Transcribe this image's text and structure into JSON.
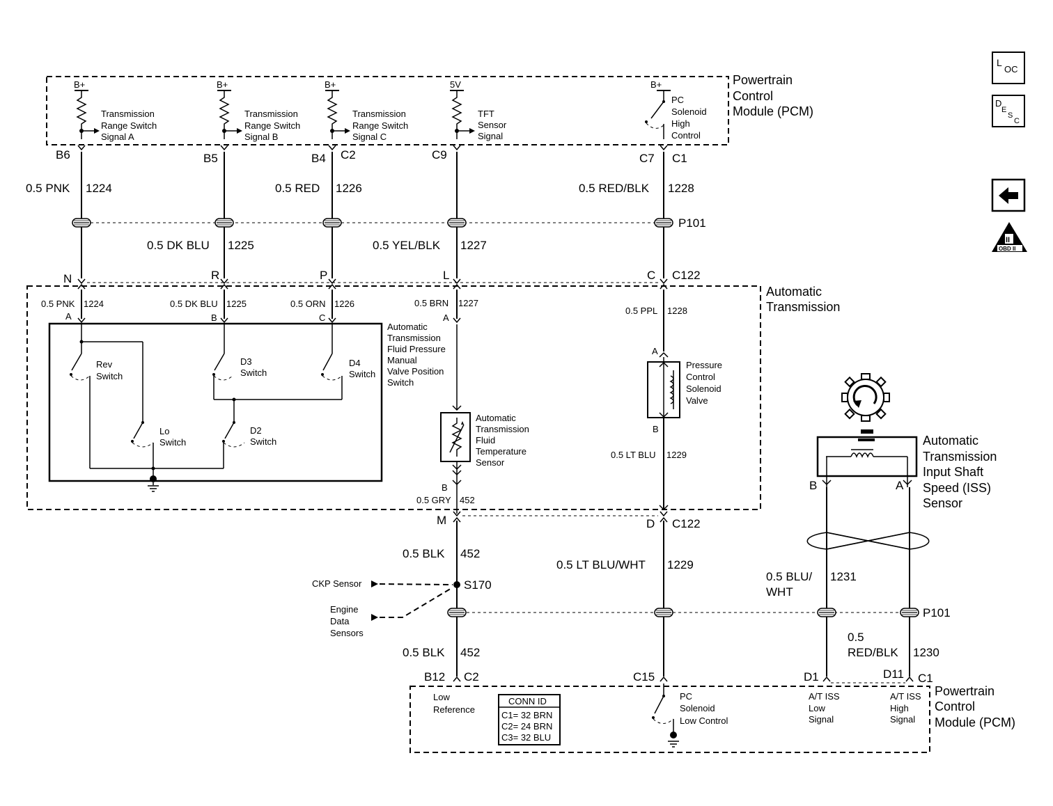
{
  "pcm_top": {
    "title": [
      "Powertrain",
      "Control",
      "Module (PCM)"
    ],
    "circuits": [
      {
        "supply": "B+",
        "signal": [
          "Transmission",
          "Range Switch",
          "Signal A"
        ],
        "pin": "B6",
        "connector": ""
      },
      {
        "supply": "B+",
        "signal": [
          "Transmission",
          "Range Switch",
          "Signal B"
        ],
        "pin": "B5",
        "connector": ""
      },
      {
        "supply": "B+",
        "signal": [
          "Transmission",
          "Range Switch",
          "Signal C"
        ],
        "pin": "B4",
        "connector": "C2"
      },
      {
        "supply": "5V",
        "signal": [
          "TFT",
          "Sensor",
          "Signal"
        ],
        "pin": "C9",
        "connector": ""
      },
      {
        "supply": "B+",
        "signal": [
          "PC",
          "Solenoid",
          "High",
          "Control"
        ],
        "pin": "C7",
        "connector": "C1"
      }
    ]
  },
  "wires_upper": [
    {
      "size_color": "0.5 PNK",
      "circuit": "1224"
    },
    {
      "size_color": "0.5 DK BLU",
      "circuit": "1225"
    },
    {
      "size_color": "0.5 RED",
      "circuit": "1226"
    },
    {
      "size_color": "0.5 YEL/BLK",
      "circuit": "1227"
    },
    {
      "size_color": "0.5 RED/BLK",
      "circuit": "1228"
    }
  ],
  "inline_connector": "P101",
  "trans_connector": {
    "pins": [
      "N",
      "R",
      "P",
      "L",
      "C"
    ],
    "name": "C122"
  },
  "automatic_transmission": {
    "title": [
      "Automatic",
      "Transmission"
    ],
    "wires": [
      {
        "size_color": "0.5 PNK",
        "circuit": "1224",
        "pin": "A"
      },
      {
        "size_color": "0.5 DK BLU",
        "circuit": "1225",
        "pin": "B"
      },
      {
        "size_color": "0.5 ORN",
        "circuit": "1226",
        "pin": "C"
      },
      {
        "size_color": "0.5 BRN",
        "circuit": "1227",
        "pin": "A"
      },
      {
        "size_color": "0.5 PPL",
        "circuit": "1228",
        "pin": "A"
      }
    ],
    "switch_assembly": [
      "Automatic",
      "Transmission",
      "Fluid Pressure",
      "Manual",
      "Valve Position",
      "Switch"
    ],
    "switches": {
      "rev": [
        "Rev",
        "Switch"
      ],
      "d3": [
        "D3",
        "Switch"
      ],
      "d4": [
        "D4",
        "Switch"
      ],
      "lo": [
        "Lo",
        "Switch"
      ],
      "d2": [
        "D2",
        "Switch"
      ]
    },
    "tft_sensor": [
      "Automatic",
      "Transmission",
      "Fluid",
      "Temperature",
      "Sensor"
    ],
    "tft_pin_b": "B",
    "tft_wire_b": {
      "size_color": "0.5 GRY",
      "circuit": "452"
    },
    "pc_solenoid": [
      "Pressure",
      "Control",
      "Solenoid",
      "Valve"
    ],
    "pc_pin_b": "B",
    "pc_wire_b": {
      "size_color": "0.5 LT BLU",
      "circuit": "1229"
    }
  },
  "lower_connector": {
    "pins": [
      "M",
      "D"
    ],
    "name": "C122"
  },
  "wires_lower": {
    "blk_upper": {
      "size_color": "0.5 BLK",
      "circuit": "452"
    },
    "ltbluwht": {
      "size_color": "0.5 LT BLU/WHT",
      "circuit": "1229"
    },
    "bluwht": {
      "size_color": [
        "0.5 BLU/",
        "WHT"
      ],
      "circuit": "1231"
    },
    "redblk": {
      "size_color": [
        "0.5",
        "RED/BLK"
      ],
      "circuit": "1230"
    },
    "blk_lower": {
      "size_color": "0.5 BLK",
      "circuit": "452"
    }
  },
  "splice": "S170",
  "ckp_sensor": "CKP Sensor",
  "engine_data": [
    "Engine",
    "Data",
    "Sensors"
  ],
  "iss_sensor": {
    "title": [
      "Automatic",
      "Transmission",
      "Input Shaft",
      "Speed (ISS)",
      "Sensor"
    ],
    "pin_b": "B",
    "pin_a": "A"
  },
  "pcm_bottom": {
    "title": [
      "Powertrain",
      "Control",
      "Module (PCM)"
    ],
    "pins": {
      "b12": "B12",
      "c2": "C2",
      "c15": "C15",
      "d1": "D1",
      "d11": "D11",
      "c1": "C1"
    },
    "low_reference": [
      "Low",
      "Reference"
    ],
    "conn_id": {
      "header": "CONN ID",
      "rows": [
        "C1= 32 BRN",
        "C2= 24 BRN",
        "C3= 32 BLU"
      ]
    },
    "pc_low": [
      "PC",
      "Solenoid",
      "Low  Control"
    ],
    "iss_low": [
      "A/T ISS",
      "Low",
      "Signal"
    ],
    "iss_high": [
      "A/T ISS",
      "High",
      "Signal"
    ]
  },
  "side_icons": {
    "loc": {
      "big": "L",
      "small": "OC"
    },
    "desc": {
      "big": "D",
      "small1": "E",
      "small2": "S",
      "small3": "C"
    },
    "back": "arrow-left-icon",
    "obd": {
      "top": "II",
      "bottom": "OBD II"
    }
  }
}
